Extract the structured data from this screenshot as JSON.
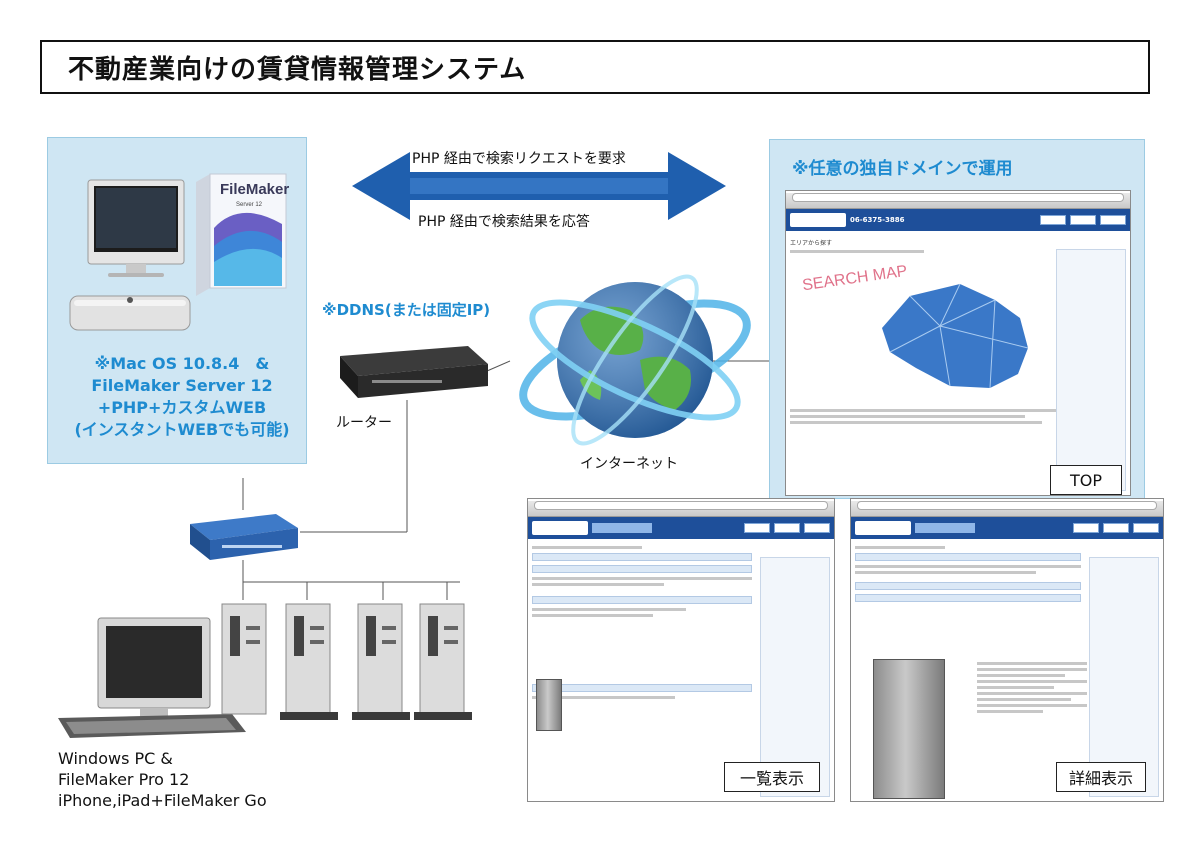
{
  "title": "不動産業向けの賃貸情報管理システム",
  "arrows": {
    "request": "PHP 経由で検索リクエストを要求",
    "response": "PHP 経由で検索結果を応答"
  },
  "ddns_note": "※DDNS(または固定IP)",
  "router_label": "ルーター",
  "internet_label": "インターネット",
  "domain_note": "※任意の独自ドメインで運用",
  "mac_server": {
    "line1": "※Mac OS 10.8.4　&",
    "line2": "FileMaker  Server 12",
    "line3": "+PHP+カスタムWEB",
    "line4": "(インスタントWEBでも可能)"
  },
  "filemaker_box": {
    "brand": "FileMaker",
    "edition": "Server 12"
  },
  "windows_pc": {
    "line1": "Windows PC  &",
    "line2": "FileMaker Pro 12",
    "line3": "iPhone,iPad+FileMaker Go"
  },
  "screens": {
    "top_label": "TOP",
    "list_label": "一覧表示",
    "detail_label": "詳細表示",
    "top_map_text": "SEARCH MAP",
    "top_section": "エリアから探す",
    "tel": "06-6375-3886"
  },
  "colors": {
    "accent_blue": "#1e8bd0",
    "panel_bg": "#cfe6f3",
    "arrow_blue": "#1f5fae",
    "header_navy": "#1e4f9a"
  }
}
